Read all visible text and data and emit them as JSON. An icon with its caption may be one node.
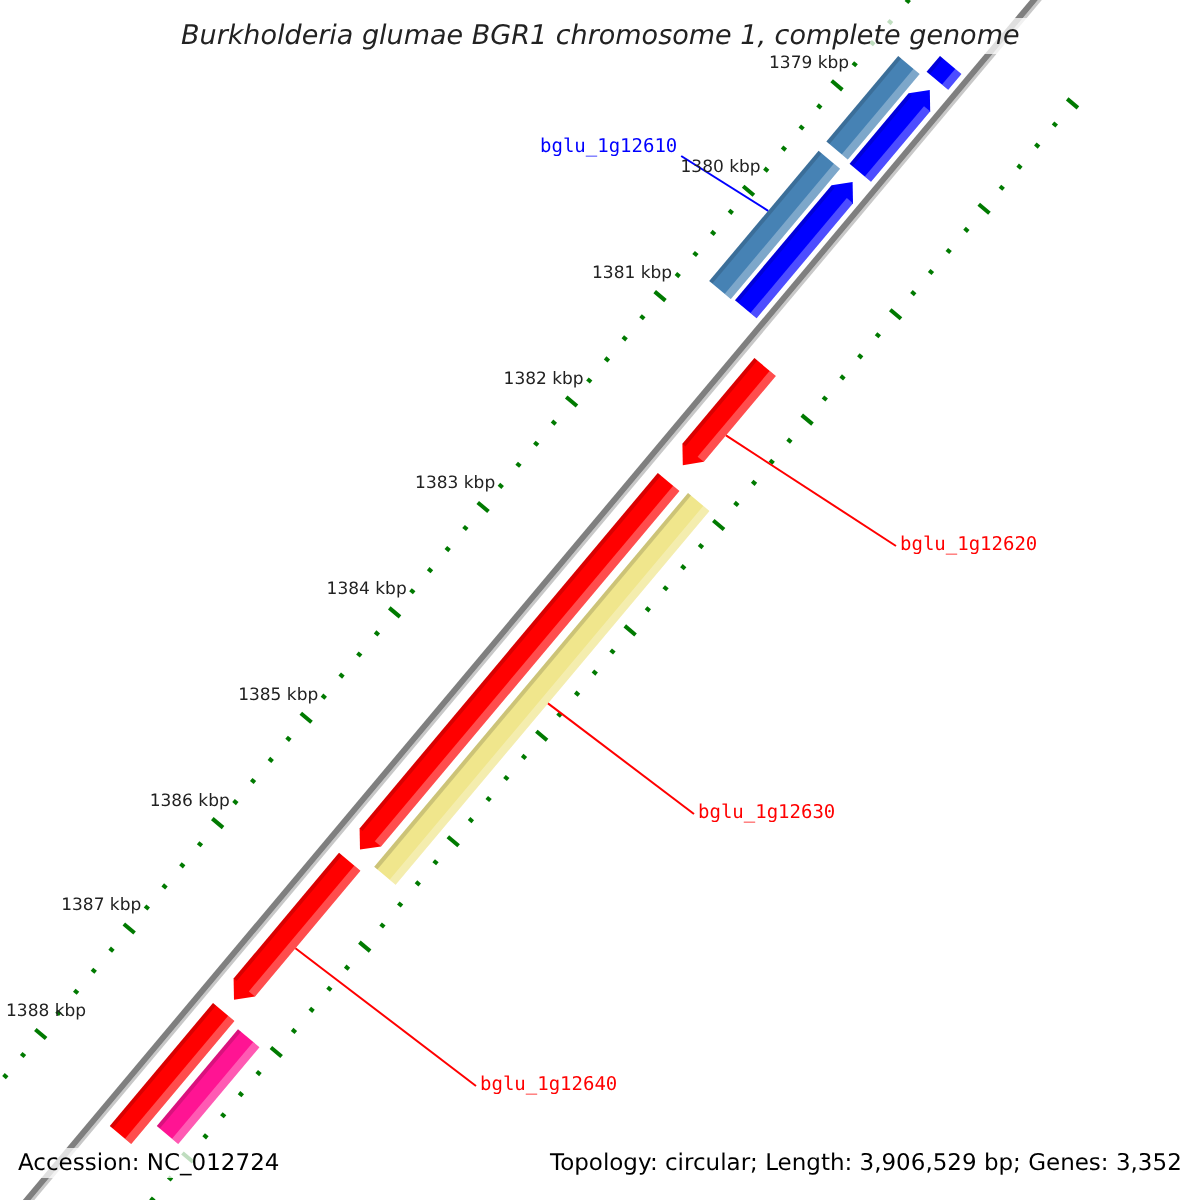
{
  "diagram": {
    "title": "Burkholderia glumae BGR1 chromosome 1, complete genome",
    "nodes": [
      {
        "text": [
          "bglu_1g12610"
        ]
      },
      {
        "text": [
          "bglu_1g12620"
        ]
      },
      {
        "text": [
          "bglu_1g12630"
        ]
      },
      {
        "text": [
          "bglu_1g12640"
        ]
      },
      {
        "text": [],
        "shape": "bar"
      },
      {
        "text": [],
        "shape": "bar"
      },
      {
        "text": [],
        "shape": "arrow"
      },
      {
        "text": [],
        "shape": "bar"
      },
      {
        "text": [],
        "shape": "arrow"
      },
      {
        "text": [],
        "shape": "arrow"
      },
      {
        "text": [],
        "shape": "arrow"
      },
      {
        "text": [],
        "shape": "bar"
      },
      {
        "text": [],
        "shape": "arrow"
      },
      {
        "text": [],
        "shape": "bar"
      },
      {
        "text": [],
        "shape": "bar"
      }
    ],
    "edges": [
      {
        "from": 0,
        "to": 7,
        "arrow": "none",
        "color": "#0000ff"
      },
      {
        "from": 1,
        "to": 9,
        "arrow": "none"
      },
      {
        "from": 2,
        "to": 11,
        "arrow": "none"
      },
      {
        "from": 3,
        "to": 12,
        "arrow": "none"
      }
    ],
    "labels": [
      "1379 kbp",
      "1380 kbp",
      "1381 kbp",
      "1382 kbp",
      "1383 kbp",
      "1384 kbp",
      "1385 kbp",
      "1386 kbp",
      "1387 kbp",
      "1388 kbp",
      "Accession: NC_012724",
      "Topology: circular; Length: 3,906,529 bp; Genes: 3,352"
    ]
  }
}
